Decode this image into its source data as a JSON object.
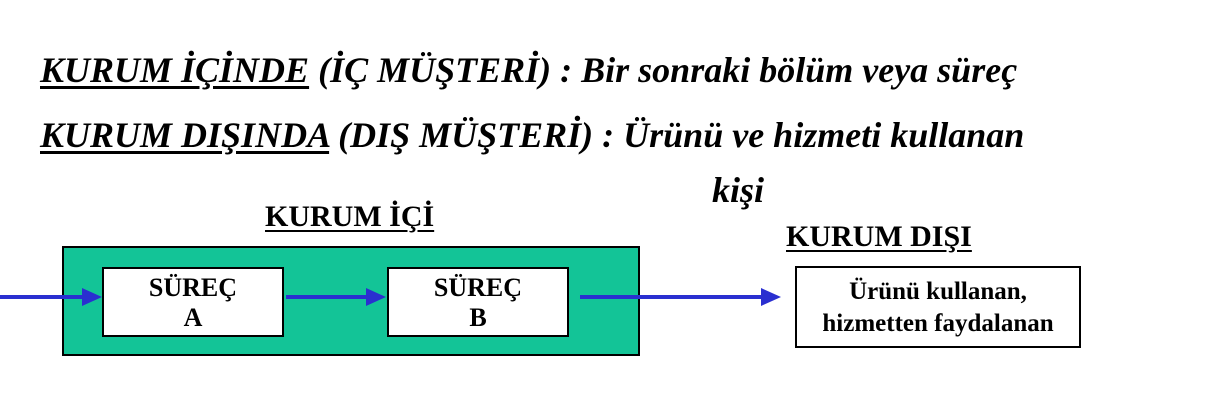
{
  "definitions": {
    "internal": {
      "term": "KURUM  İÇİNDE",
      "qualifier": "(İÇ MÜŞTERİ)",
      "separator": " : ",
      "description": "Bir sonraki bölüm veya süreç"
    },
    "external": {
      "term": "KURUM DIŞINDA",
      "qualifier": "(DIŞ MÜŞTERİ)",
      "separator": " : ",
      "description": "Ürünü ve hizmeti kullanan",
      "description_cont": "kişi"
    }
  },
  "diagram": {
    "inside_label": "KURUM İÇİ",
    "outside_label": "KURUM DIŞI",
    "process_a": {
      "line1": "SÜREÇ",
      "line2": "A"
    },
    "process_b": {
      "line1": "SÜREÇ",
      "line2": "B"
    },
    "customer": {
      "line1": "Ürünü kullanan,",
      "line2": "hizmetten faydalanan"
    },
    "colors": {
      "org_fill": "#13c497",
      "arrow": "#2a2fd0",
      "box_fill": "#ffffff",
      "border": "#000000"
    }
  }
}
